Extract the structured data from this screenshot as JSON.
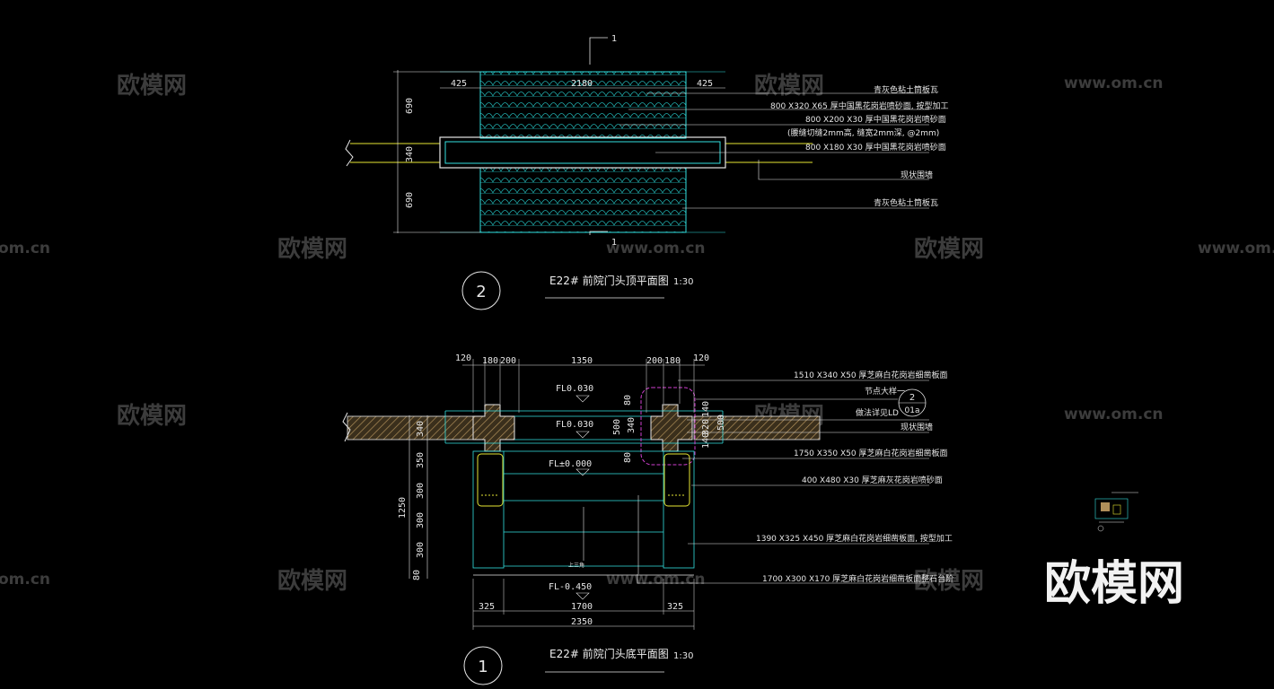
{
  "watermarks": {
    "brand": "欧模网",
    "url": "www.om.cn",
    "url_partial": "om.cn"
  },
  "top_plan": {
    "title": "E22# 前院门头顶平面图",
    "scale": "1:30",
    "detail_number": "2",
    "section_mark": "1",
    "dims": {
      "left_overhang": "425",
      "width": "2180",
      "right_overhang": "425",
      "upper_depth": "690",
      "beam_depth": "340",
      "lower_depth": "690"
    },
    "notes": [
      "青灰色粘土筒板瓦",
      "800 X320 X65 厚中国黑花岗岩喷砂面, 按型加工",
      "800 X200 X30 厚中国黑花岗岩喷砂面",
      "(腰缝切缝2mm高, 缝宽2mm深, @2mm)",
      "800 X180 X30 厚中国黑花岗岩喷砂面",
      "现状围墙",
      "青灰色粘土筒板瓦"
    ]
  },
  "bottom_plan": {
    "title": "E22# 前院门头底平面图",
    "scale": "1:30",
    "detail_number": "1",
    "top_dims": [
      "120",
      "180",
      "200",
      "1350",
      "200",
      "180",
      "120"
    ],
    "left_dims": [
      "340",
      "350",
      "300",
      "300",
      "300",
      "80"
    ],
    "left_total": "1250",
    "bottom_dims": [
      "325",
      "1700",
      "325"
    ],
    "bottom_total": "2350",
    "center_dims": [
      "500",
      "80",
      "340",
      "80"
    ],
    "right_dims": [
      "140",
      "320",
      "140",
      "500"
    ],
    "levels": [
      "FL0.030",
      "FL0.030",
      "FL±0.000",
      "FL-0.450"
    ],
    "center_small_label": "上三角",
    "callout_labels": [
      "节点大样一",
      "做法详见LD"
    ],
    "callout_bubble": {
      "num": "2",
      "sheet": "01a"
    },
    "notes": [
      "1510 X340 X50 厚芝麻白花岗岩细凿板面",
      "现状围墙",
      "1750 X350 X50 厚芝麻白花岗岩细凿板面",
      "400 X480 X30 厚芝麻灰花岗岩喷砂面",
      "1390 X325 X450 厚芝麻白花岗岩细凿板面, 按型加工",
      "1700 X300 X170 厚芝麻白花岗岩细凿板面整石台阶"
    ]
  },
  "colors": {
    "background": "#000000",
    "cyan": "#33e0e0",
    "white": "#e6e6e6",
    "yellow": "#e6e633",
    "magenta": "#d040d0",
    "hatch": "#b08f5a"
  }
}
